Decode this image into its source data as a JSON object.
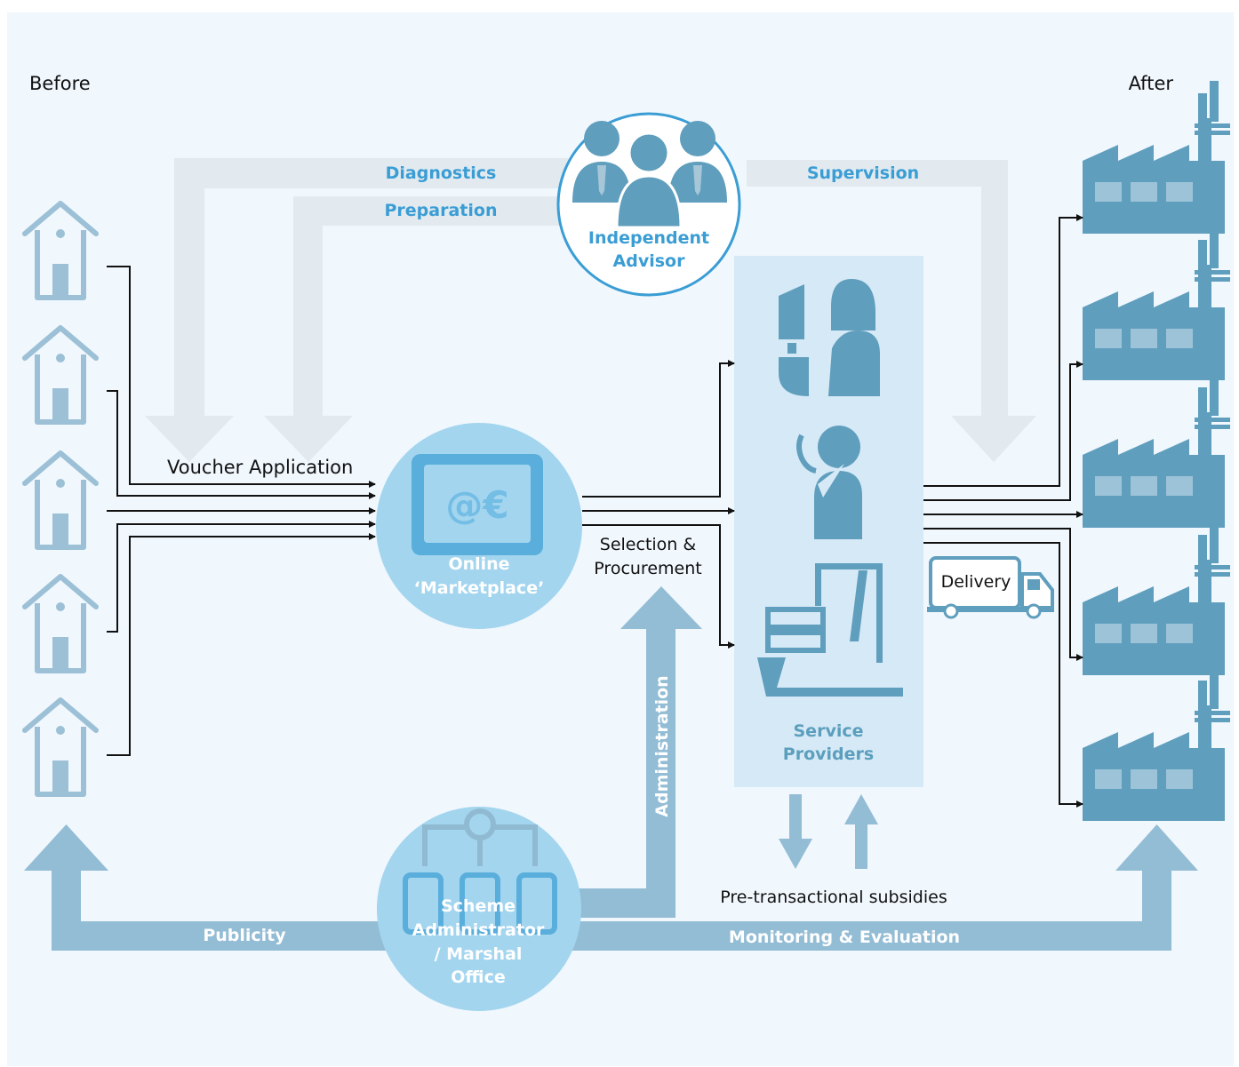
{
  "labels": {
    "before": "Before",
    "after": "After",
    "diagnostics": "Diagnostics",
    "preparation": "Preparation",
    "supervision": "Supervision",
    "independent_advisor": [
      "Independent",
      "Advisor"
    ],
    "voucher_application": "Voucher Application",
    "online_marketplace": [
      "Online",
      "‘Marketplace’"
    ],
    "marketplace_screen": "@€",
    "selection_procurement": [
      "Selection &",
      "Procurement"
    ],
    "service_providers": [
      "Service",
      "Providers"
    ],
    "delivery": "Delivery",
    "administration": "Administration",
    "pre_transactional_subsidies": "Pre-transactional subsidies",
    "publicity": "Publicity",
    "monitoring_evaluation": "Monitoring & Evaluation",
    "scheme_administrator": [
      "Scheme",
      "Administrator",
      "/ Marshal",
      "Office"
    ]
  },
  "colors": {
    "background": "#f0f7fd",
    "pale_arrow": "#e2eaf0",
    "bottom_arrow": "#93bcd5",
    "house": "#9cc0d6",
    "factory": "#5f9ebd",
    "circle": "#a3d5ef",
    "provider_panel": "#d6e9f6",
    "text_blue": "#3a9dd4"
  },
  "icons": {
    "before_nodes": [
      "house-icon",
      "house-icon",
      "house-icon",
      "house-icon",
      "house-icon"
    ],
    "after_nodes": [
      "factory-icon",
      "factory-icon",
      "factory-icon",
      "factory-icon",
      "factory-icon"
    ],
    "providers": [
      "consultant-icon",
      "call-center-icon",
      "laboratory-icon"
    ],
    "advisor": "people-group-icon",
    "marketplace": "computer-screen-icon",
    "administrator": "org-chart-icon",
    "delivery": "truck-icon"
  }
}
